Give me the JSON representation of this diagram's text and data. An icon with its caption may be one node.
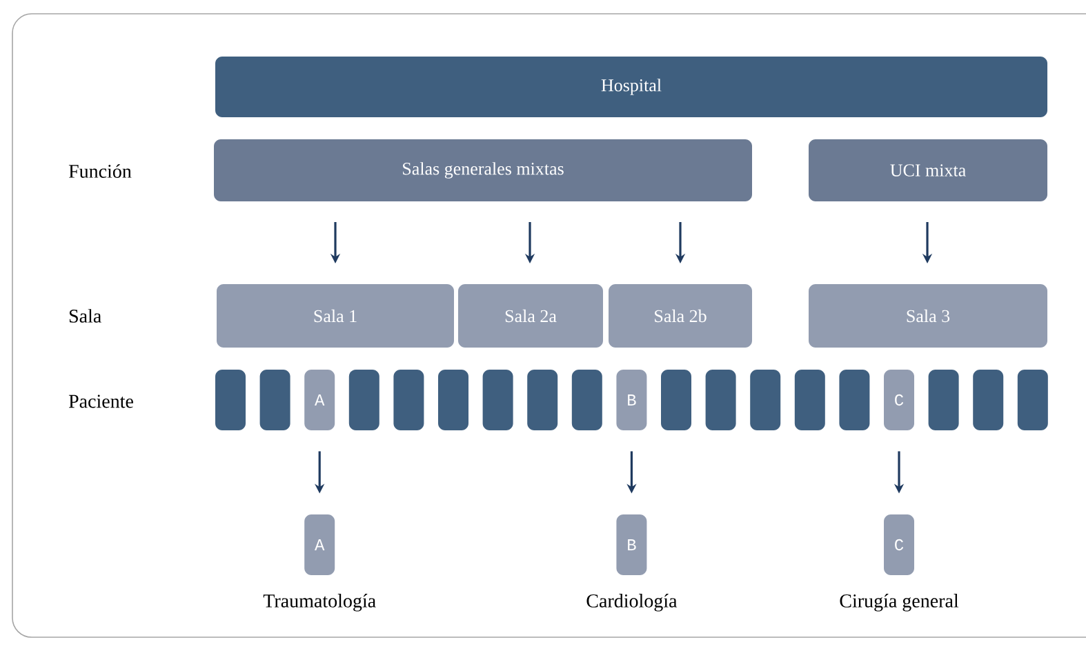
{
  "diagram": {
    "nodes": [
      {
        "text": [
          "Hospital"
        ]
      },
      {
        "text": [
          "Salas generales mixtas"
        ]
      },
      {
        "text": [
          "UCI mixta"
        ]
      },
      {
        "text": [
          "Sala 1"
        ]
      },
      {
        "text": [
          "Sala 2a"
        ]
      },
      {
        "text": [
          "Sala 2b"
        ]
      },
      {
        "text": [
          "Sala 3"
        ]
      },
      {
        "text": [],
        "shape": "box"
      },
      {
        "text": [],
        "shape": "box"
      },
      {
        "text": [
          "A"
        ]
      },
      {
        "text": [],
        "shape": "box"
      },
      {
        "text": [],
        "shape": "box"
      },
      {
        "text": [],
        "shape": "box"
      },
      {
        "text": [],
        "shape": "box"
      },
      {
        "text": [],
        "shape": "box"
      },
      {
        "text": [],
        "shape": "box"
      },
      {
        "text": [
          "B"
        ]
      },
      {
        "text": [],
        "shape": "box"
      },
      {
        "text": [],
        "shape": "box"
      },
      {
        "text": [],
        "shape": "box"
      },
      {
        "text": [],
        "shape": "box"
      },
      {
        "text": [],
        "shape": "box"
      },
      {
        "text": [
          "C"
        ]
      },
      {
        "text": [],
        "shape": "box"
      },
      {
        "text": [],
        "shape": "box"
      },
      {
        "text": [],
        "shape": "box"
      },
      {
        "text": [
          "A"
        ],
        "beside": [
          "Traumatología"
        ]
      },
      {
        "text": [
          "B"
        ],
        "beside": [
          "Cardiología"
        ]
      },
      {
        "text": [
          "C"
        ],
        "beside": [
          "Cirugía general"
        ]
      }
    ],
    "edges": [
      {
        "from": 1,
        "to": 3,
        "arrow": "to"
      },
      {
        "from": 1,
        "to": 4,
        "arrow": "to"
      },
      {
        "from": 1,
        "to": 5,
        "arrow": "to"
      },
      {
        "from": 2,
        "to": 6,
        "arrow": "to"
      },
      {
        "from": 9,
        "to": 26,
        "arrow": "to"
      },
      {
        "from": 16,
        "to": 27,
        "arrow": "to"
      },
      {
        "from": 22,
        "to": 28,
        "arrow": "to"
      }
    ],
    "labels": [
      "Función",
      "Sala",
      "Paciente"
    ]
  }
}
